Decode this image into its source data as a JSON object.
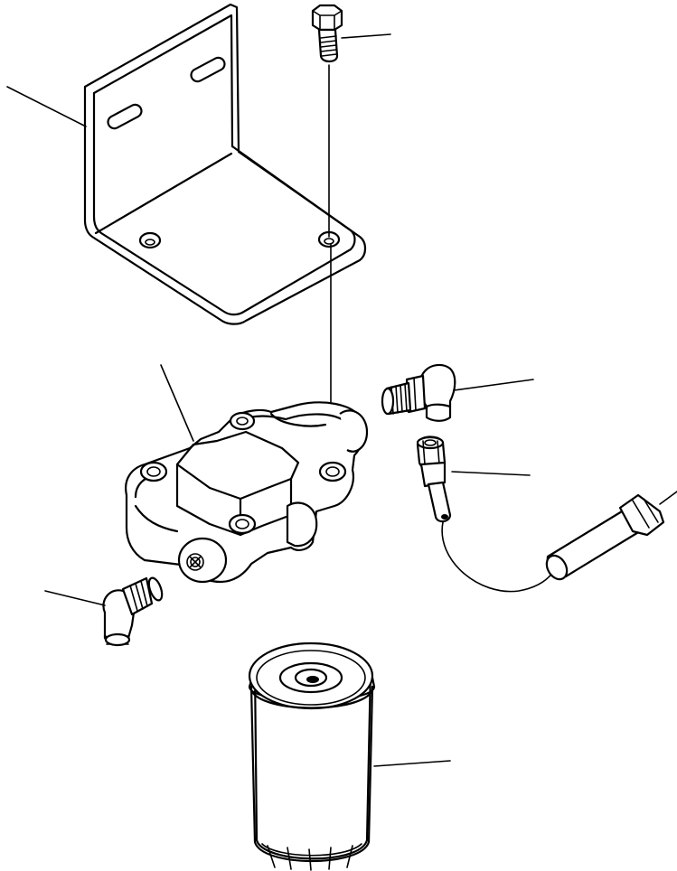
{
  "diagram": {
    "parts": [
      {
        "id": "bracket",
        "icon": "l-bracket-icon"
      },
      {
        "id": "bolt",
        "icon": "bolt-icon"
      },
      {
        "id": "filter-head",
        "icon": "filter-head-icon"
      },
      {
        "id": "elbow-fitting-right",
        "icon": "elbow-fitting-icon"
      },
      {
        "id": "connector-fitting",
        "icon": "connector-icon"
      },
      {
        "id": "hose",
        "icon": "hose-icon"
      },
      {
        "id": "elbow-fitting-left",
        "icon": "elbow-fitting-icon"
      },
      {
        "id": "filter-cartridge",
        "icon": "filter-cartridge-icon"
      }
    ],
    "line_color": "#000000",
    "background": "#ffffff"
  }
}
